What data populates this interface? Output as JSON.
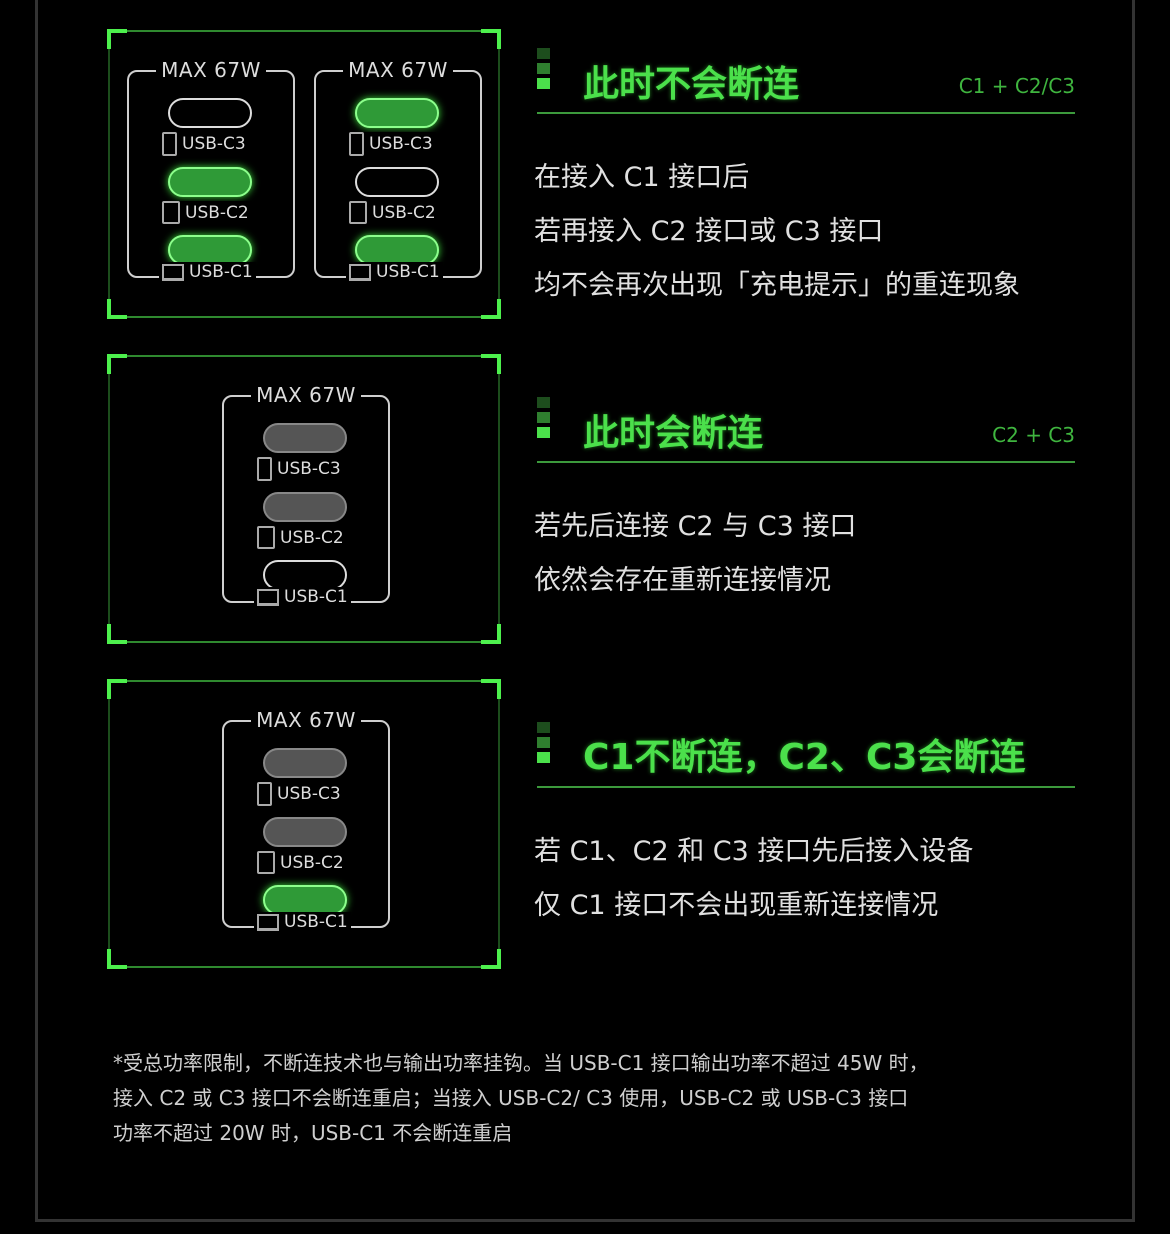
{
  "sections": [
    {
      "title": "此时不会断连",
      "subtitle": "C1 + C2/C3",
      "lines": [
        "在接入 C1 接口后",
        "若再接入 C2 接口或  C3 接口",
        "均不会再次出现「充电提示」的重连现象"
      ]
    },
    {
      "title": "此时会断连",
      "subtitle": "C2 + C3",
      "lines": [
        "若先后连接 C2 与 C3 接口",
        "依然会存在重新连接情况"
      ]
    },
    {
      "title": "C1不断连，C2、C3会断连",
      "subtitle": "",
      "lines": [
        "若 C1、C2 和 C3 接口先后接入设备",
        "仅 C1 接口不会出现重新连接情况"
      ]
    }
  ],
  "diagrams": [
    [
      {
        "max": "MAX 67W",
        "ports": [
          {
            "label": "USB-C3",
            "device": "phone",
            "state": "empty"
          },
          {
            "label": "USB-C2",
            "device": "tablet",
            "state": "active"
          },
          {
            "label": "USB-C1",
            "device": "laptop",
            "state": "active"
          }
        ]
      },
      {
        "max": "MAX 67W",
        "ports": [
          {
            "label": "USB-C3",
            "device": "phone",
            "state": "active"
          },
          {
            "label": "USB-C2",
            "device": "tablet",
            "state": "empty"
          },
          {
            "label": "USB-C1",
            "device": "laptop",
            "state": "active"
          }
        ]
      }
    ],
    [
      {
        "max": "MAX 67W",
        "ports": [
          {
            "label": "USB-C3",
            "device": "phone",
            "state": "idle"
          },
          {
            "label": "USB-C2",
            "device": "tablet",
            "state": "idle"
          },
          {
            "label": "USB-C1",
            "device": "laptop",
            "state": "empty"
          }
        ]
      }
    ],
    [
      {
        "max": "MAX 67W",
        "ports": [
          {
            "label": "USB-C3",
            "device": "phone",
            "state": "idle"
          },
          {
            "label": "USB-C2",
            "device": "tablet",
            "state": "idle"
          },
          {
            "label": "USB-C1",
            "device": "laptop",
            "state": "active"
          }
        ]
      }
    ]
  ],
  "footnote": [
    "*受总功率限制，不断连技术也与输出功率挂钩。当 USB-C1 接口输出功率不超过 45W 时，",
    "接入 C2 或 C3 接口不会断连重启；当接入 USB-C2/ C3 使用，USB-C2 或 USB-C3 接口",
    "功率不超过 20W 时，USB-C1 不会断连重启"
  ],
  "colors": {
    "accent": "#4be04b",
    "active_port": "#2f9a37",
    "idle_port": "#555555"
  }
}
